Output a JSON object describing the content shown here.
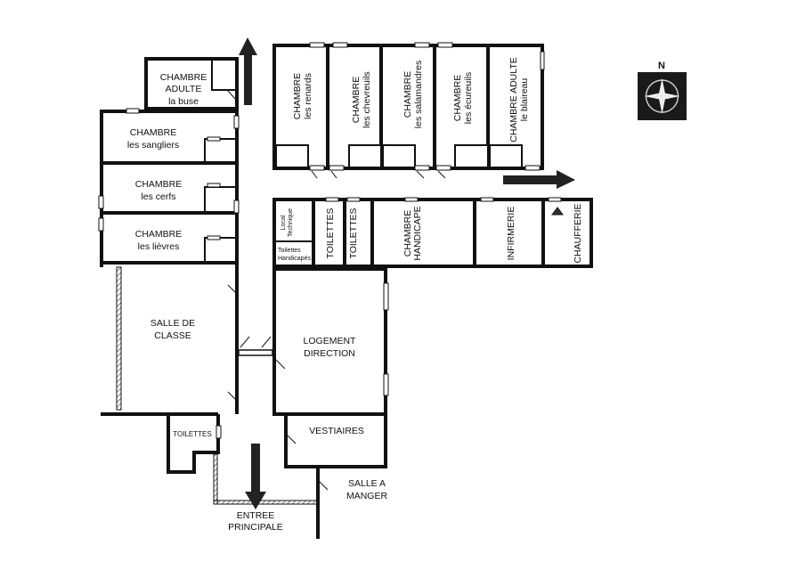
{
  "compass": {
    "label": "N"
  },
  "rooms": {
    "buse": {
      "line1": "CHAMBRE",
      "line2": "ADULTE",
      "line3": "la buse"
    },
    "sangliers": {
      "line1": "CHAMBRE",
      "line2": "les sangliers"
    },
    "cerfs": {
      "line1": "CHAMBRE",
      "line2": "les cerfs"
    },
    "lievres": {
      "line1": "CHAMBRE",
      "line2": "les lièvres"
    },
    "classe": {
      "line1": "SALLE DE",
      "line2": "CLASSE"
    },
    "toilettes_bas": "TOILETTES",
    "renards": {
      "line1": "CHAMBRE",
      "line2": "les renards"
    },
    "chevreuils": {
      "line1": "CHAMBRE",
      "line2": "les chevreuils"
    },
    "salamandres": {
      "line1": "CHAMBRE",
      "line2": "les salamandres"
    },
    "ecureuils": {
      "line1": "CHAMBRE",
      "line2": "les écureuils"
    },
    "blaireau": {
      "line1": "CHAMBRE ADULTE",
      "line2": "le blaireau"
    },
    "local": {
      "line1": "Local",
      "line2": "Technique"
    },
    "toilettes_handi": {
      "line1": "Toilettes",
      "line2": "Handicapés"
    },
    "toilettes1": "TOILETTES",
    "toilettes2": "TOILETTES",
    "handicape": {
      "line1": "CHAMBRE",
      "line2": "HANDICAPE"
    },
    "infirmerie": "INFIRMERIE",
    "chaufferie": "CHAUFFERIE",
    "logement": {
      "line1": "LOGEMENT",
      "line2": "DIRECTION"
    },
    "vestiaires": "VESTIAIRES",
    "salle_manger": {
      "line1": "SALLE A",
      "line2": "MANGER"
    },
    "entree": {
      "line1": "ENTREE",
      "line2": "PRINCIPALE"
    }
  }
}
